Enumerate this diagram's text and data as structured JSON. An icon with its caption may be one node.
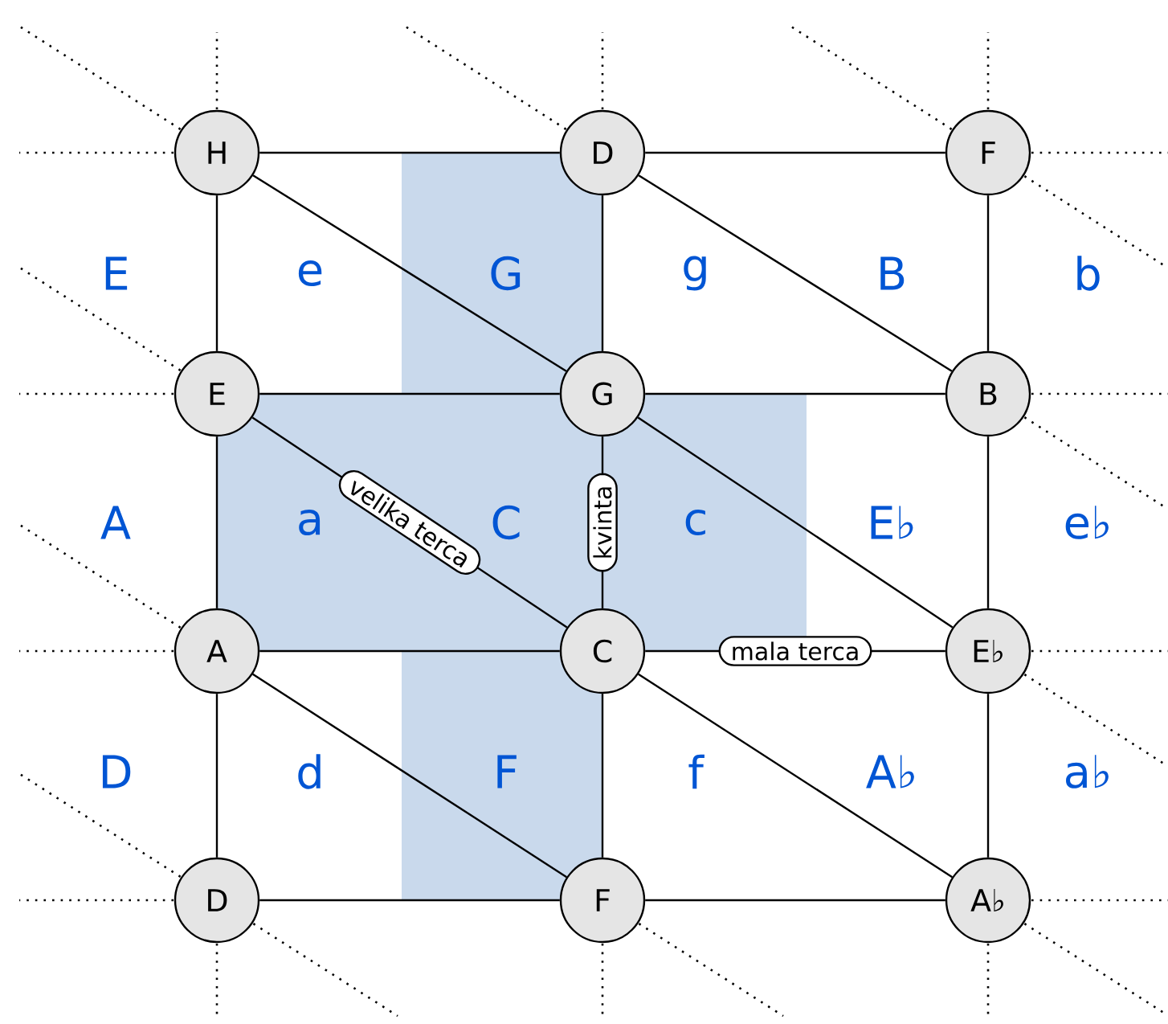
{
  "diagram": {
    "nodes": [
      {
        "text": [
          "H"
        ]
      },
      {
        "text": [
          "D"
        ]
      },
      {
        "text": [
          "F"
        ]
      },
      {
        "text": [
          "E"
        ]
      },
      {
        "text": [
          "G"
        ]
      },
      {
        "text": [
          "B"
        ]
      },
      {
        "text": [
          "A"
        ]
      },
      {
        "text": [
          "C"
        ]
      },
      {
        "text": [
          "E♭"
        ]
      },
      {
        "text": [
          "D"
        ]
      },
      {
        "text": [
          "F"
        ]
      },
      {
        "text": [
          "A♭"
        ]
      }
    ],
    "edges": [
      {
        "from": 0,
        "to": 1,
        "arrow": "none"
      },
      {
        "from": 1,
        "to": 2,
        "arrow": "none"
      },
      {
        "from": 3,
        "to": 4,
        "arrow": "none"
      },
      {
        "from": 4,
        "to": 5,
        "arrow": "none"
      },
      {
        "from": 6,
        "to": 7,
        "arrow": "none"
      },
      {
        "from": 7,
        "to": 8,
        "arrow": "none",
        "label": "mala terca"
      },
      {
        "from": 9,
        "to": 10,
        "arrow": "none"
      },
      {
        "from": 10,
        "to": 11,
        "arrow": "none"
      },
      {
        "from": 0,
        "to": 3,
        "arrow": "none"
      },
      {
        "from": 3,
        "to": 6,
        "arrow": "none"
      },
      {
        "from": 6,
        "to": 9,
        "arrow": "none"
      },
      {
        "from": 1,
        "to": 4,
        "arrow": "none"
      },
      {
        "from": 7,
        "to": 4,
        "arrow": "none",
        "label": "kvinta"
      },
      {
        "from": 7,
        "to": 10,
        "arrow": "none"
      },
      {
        "from": 2,
        "to": 5,
        "arrow": "none"
      },
      {
        "from": 5,
        "to": 8,
        "arrow": "none"
      },
      {
        "from": 8,
        "to": 11,
        "arrow": "none"
      },
      {
        "from": 0,
        "to": 4,
        "arrow": "none"
      },
      {
        "from": 1,
        "to": 5,
        "arrow": "none"
      },
      {
        "from": 3,
        "to": 7,
        "arrow": "none",
        "label": "velika terca"
      },
      {
        "from": 4,
        "to": 8,
        "arrow": "none"
      },
      {
        "from": 6,
        "to": 10,
        "arrow": "none"
      },
      {
        "from": 7,
        "to": 11,
        "arrow": "none"
      }
    ],
    "labels": [
      "E",
      "e",
      "G",
      "g",
      "B",
      "b",
      "A",
      "a",
      "C",
      "c",
      "E♭",
      "e♭",
      "D",
      "d",
      "F",
      "f",
      "A♭",
      "a♭"
    ]
  }
}
